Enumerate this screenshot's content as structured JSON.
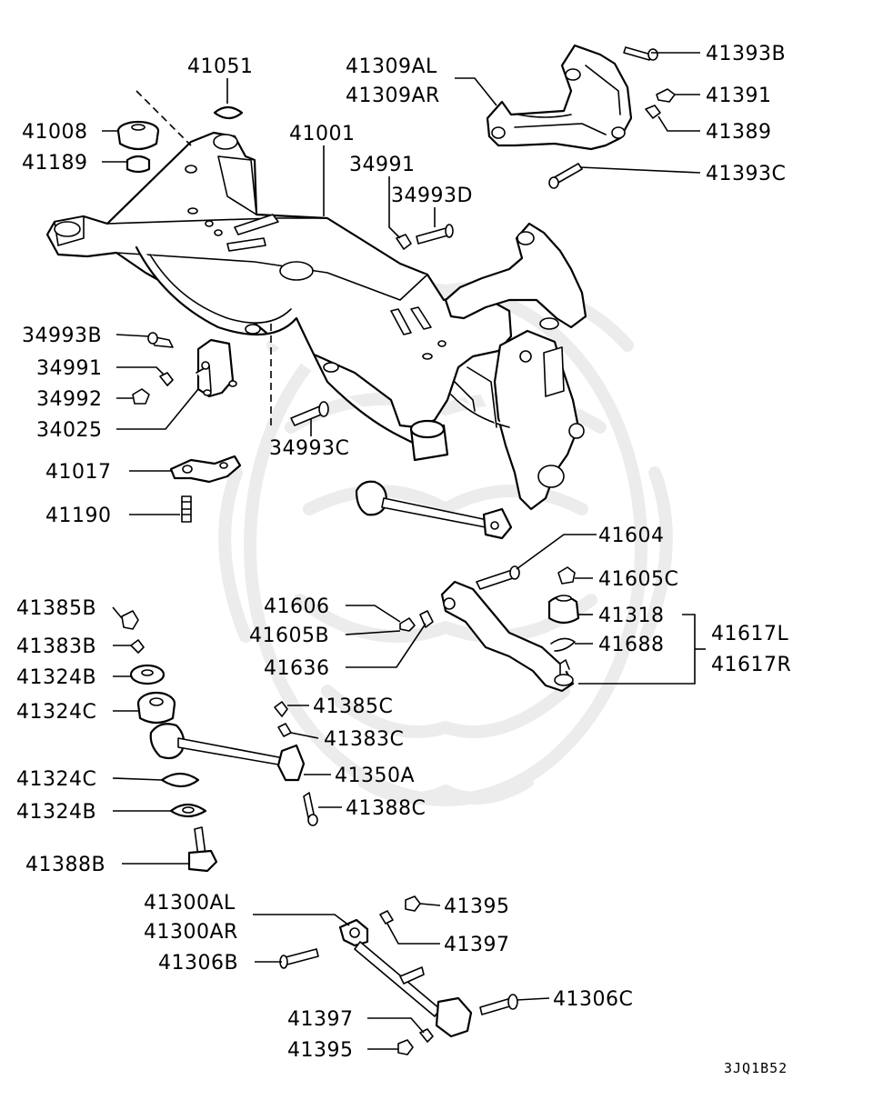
{
  "labels": {
    "l41051": "41051",
    "l41008": "41008",
    "l41189": "41189",
    "l41001": "41001",
    "l41309al": "41309AL",
    "l41309ar": "41309AR",
    "l41393b": "41393B",
    "l41391": "41391",
    "l41389": "41389",
    "l41393c": "41393C",
    "l34991a": "34991",
    "l34993d": "34993D",
    "l34993b": "34993B",
    "l34991b": "34991",
    "l34992": "34992",
    "l34025": "34025",
    "l34993c": "34993C",
    "l41017": "41017",
    "l41190": "41190",
    "l41604": "41604",
    "l41605c": "41605C",
    "l41606": "41606",
    "l41605b": "41605B",
    "l41636": "41636",
    "l41318": "41318",
    "l41688": "41688",
    "l41617l": "41617L",
    "l41617r": "41617R",
    "l41385b": "41385B",
    "l41383b": "41383B",
    "l41324b_top": "41324B",
    "l41324c_top": "41324C",
    "l41385c": "41385C",
    "l41383c": "41383C",
    "l41324c_bot": "41324C",
    "l41350a": "41350A",
    "l41324b_bot": "41324B",
    "l41388c": "41388C",
    "l41388b": "41388B",
    "l41300al": "41300AL",
    "l41300ar": "41300AR",
    "l41395_top": "41395",
    "l41397_top": "41397",
    "l41306b": "41306B",
    "l41306c": "41306C",
    "l41397_bot": "41397",
    "l41395_bot": "41395"
  },
  "diagram_code": "3JQ1B52"
}
